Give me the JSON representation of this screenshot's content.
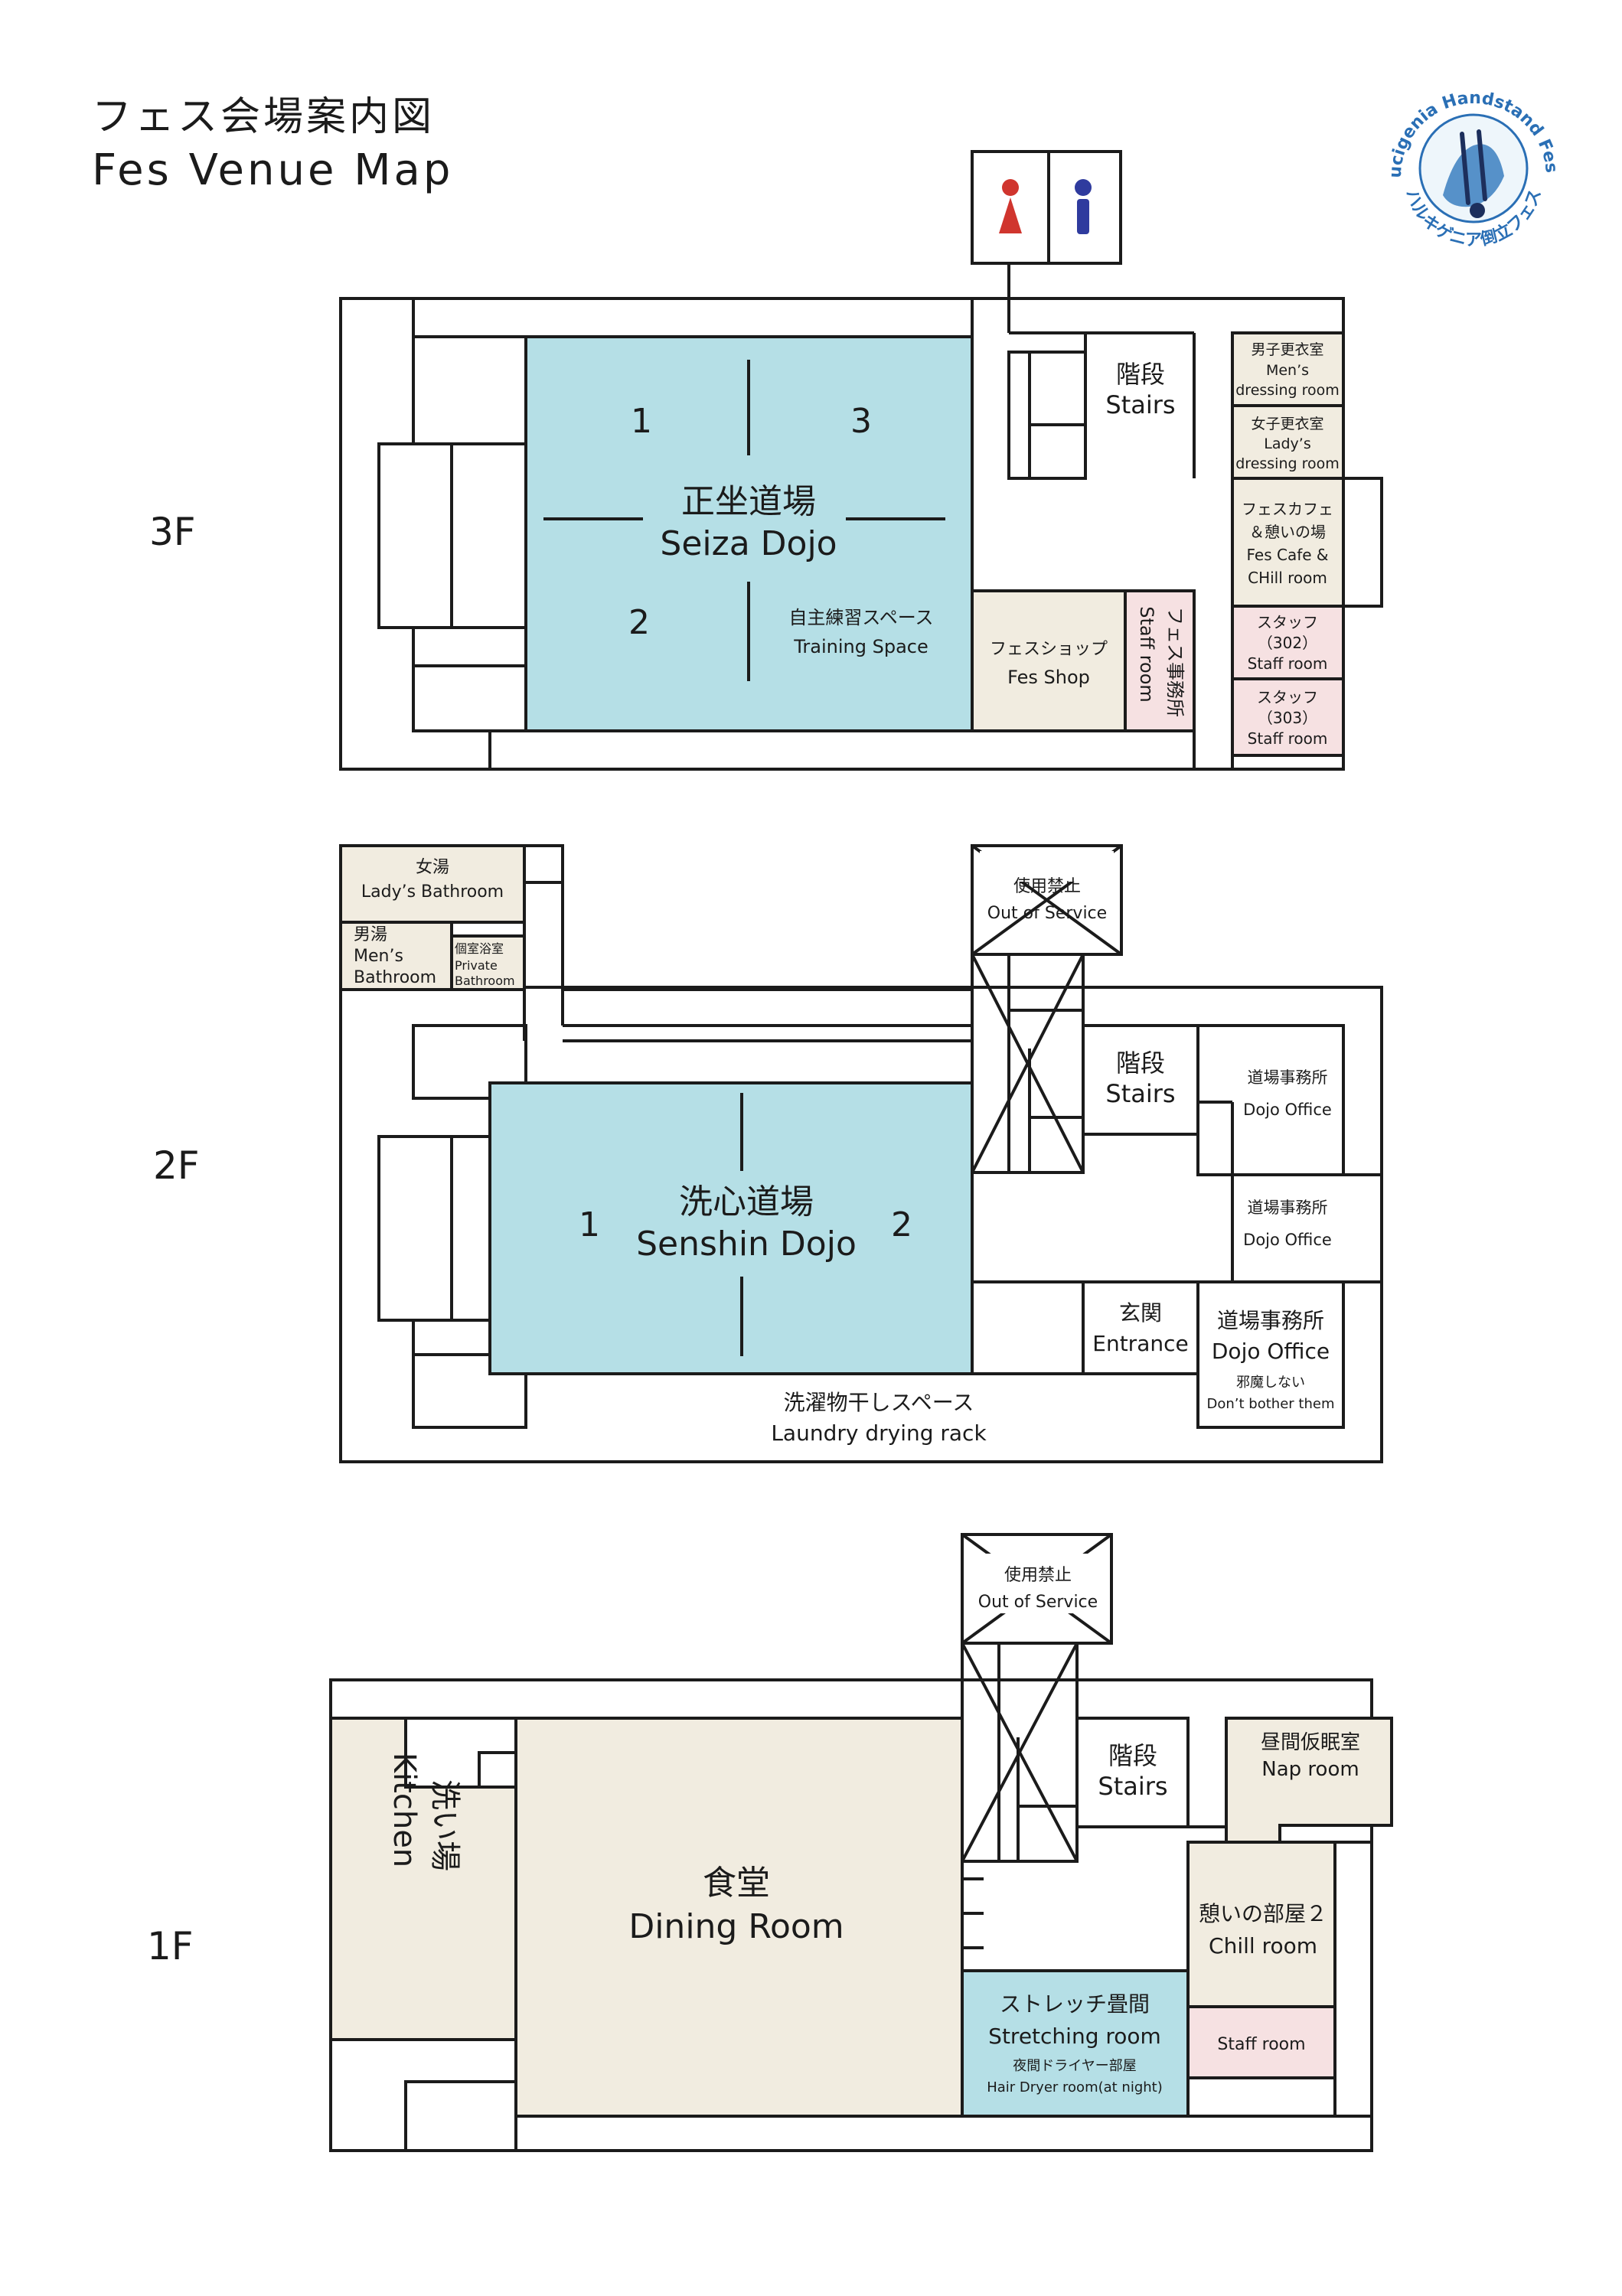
{
  "title": {
    "ja": "フェス会場案内図",
    "en": "Fes Venue Map"
  },
  "logo": {
    "text_en": "Hallucigenia Handstand Festival",
    "text_ja": "ハルキゲニア倒立フェス"
  },
  "colors": {
    "dojo": "#b5dfe6",
    "shop": "#f1ece0",
    "staff": "#f6e1e2",
    "stretch": "#b5dfe6",
    "line": "#1b1b1b",
    "female": "#d0352e",
    "male": "#2f3b9e"
  },
  "icons": {
    "female": "female-restroom-icon",
    "male": "male-restroom-icon",
    "out_of_service": "cross-out-icon"
  },
  "floors": {
    "f3": {
      "label": "3F",
      "dojo_ja": "正坐道場",
      "dojo_en": "Seiza Dojo",
      "area1": "1",
      "area2": "2",
      "area3": "3",
      "training_ja": "自主練習スペース",
      "training_en": "Training Space",
      "stairs_ja": "階段",
      "stairs_en": "Stairs",
      "shop_ja": "フェスショップ",
      "shop_en": "Fes Shop",
      "office_ja": "フェス事務所",
      "office_en": "Staff room",
      "mens_ja": "男子更衣室",
      "mens_en1": "Men’s",
      "mens_en2": "dressing room",
      "ladies_ja": "女子更衣室",
      "ladies_en1": "Lady’s",
      "ladies_en2": "dressing room",
      "cafe_ja1": "フェスカフェ",
      "cafe_ja2": "＆憩いの場",
      "cafe_en1": "Fes Cafe &",
      "cafe_en2": "CHill room",
      "staff302_ja": "スタッフ",
      "staff302_num": "（302）",
      "staff302_en": "Staff room",
      "staff303_ja": "スタッフ",
      "staff303_num": "（303）",
      "staff303_en": "Staff room"
    },
    "f2": {
      "label": "2F",
      "dojo_ja": "洗心道場",
      "dojo_en": "Senshin Dojo",
      "area1": "1",
      "area2": "2",
      "ladies_bath_ja": "女湯",
      "ladies_bath_en": "Lady’s Bathroom",
      "mens_bath_ja": "男湯",
      "mens_bath_en1": "Men’s",
      "mens_bath_en2": "Bathroom",
      "private_ja": "個室浴室",
      "private_en1": "Private",
      "private_en2": "Bathroom",
      "oos_ja": "使用禁止",
      "oos_en": "Out of Service",
      "stairs_ja": "階段",
      "stairs_en": "Stairs",
      "office1_ja": "道場事務所",
      "office1_en": "Dojo Office",
      "office2_ja": "道場事務所",
      "office2_en": "Dojo Office",
      "entrance_ja": "玄関",
      "entrance_en": "Entrance",
      "office3_ja": "道場事務所",
      "office3_en": "Dojo Office",
      "office3_note_ja": "邪魔しない",
      "office3_note_en": "Don’t bother them",
      "laundry_ja": "洗濯物干しスペース",
      "laundry_en": "Laundry drying rack"
    },
    "f1": {
      "label": "1F",
      "oos_ja": "使用禁止",
      "oos_en": "Out of Service",
      "kitchen_ja": "洗い場",
      "kitchen_en": "Kitchen",
      "dining_ja": "食堂",
      "dining_en": "Dining Room",
      "stairs_ja": "階段",
      "stairs_en": "Stairs",
      "nap_ja": "昼間仮眠室",
      "nap_en": "Nap room",
      "chill_ja": "憩いの部屋２",
      "chill_en": "Chill room",
      "staff_en": "Staff room",
      "stretch_ja": "ストレッチ畳間",
      "stretch_en": "Stretching room",
      "dryer_ja": "夜間ドライヤー部屋",
      "dryer_en": "Hair Dryer room(at night)"
    }
  }
}
